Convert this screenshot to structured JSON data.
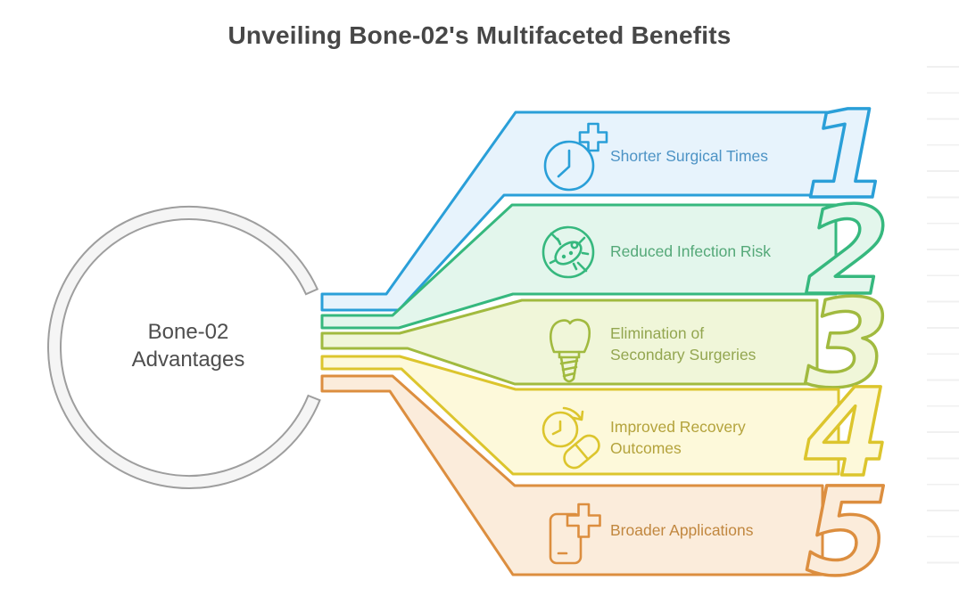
{
  "title": "Unveiling Bone-02's Multifaceted Benefits",
  "center": {
    "line1": "Bone-02",
    "line2": "Advantages"
  },
  "ring": {
    "stroke": "#9e9e9e",
    "fill": "#f5f5f5"
  },
  "benefits": [
    {
      "number": "1",
      "label_line1": "Shorter Surgical Times",
      "label_line2": "",
      "icon": "surgical-timer-icon",
      "color": "#2a9fd8",
      "fill": "#e7f3fc",
      "label_color": "#4d93c5"
    },
    {
      "number": "2",
      "label_line1": "Reduced Infection Risk",
      "label_line2": "",
      "icon": "no-bacteria-icon",
      "color": "#36b87e",
      "fill": "#e3f6ec",
      "label_color": "#54a878"
    },
    {
      "number": "3",
      "label_line1": "Elimination of",
      "label_line2": "Secondary Surgeries",
      "icon": "dental-implant-icon",
      "color": "#a1ba3f",
      "fill": "#f0f6d9",
      "label_color": "#93a650"
    },
    {
      "number": "4",
      "label_line1": "Improved Recovery",
      "label_line2": "Outcomes",
      "icon": "recovery-clock-pill-icon",
      "color": "#dcc52d",
      "fill": "#fdf9da",
      "label_color": "#b4a33c"
    },
    {
      "number": "5",
      "label_line1": "Broader Applications",
      "label_line2": "",
      "icon": "device-plus-icon",
      "color": "#dc8e3f",
      "fill": "#fbecdb",
      "label_color": "#c1873f"
    }
  ]
}
